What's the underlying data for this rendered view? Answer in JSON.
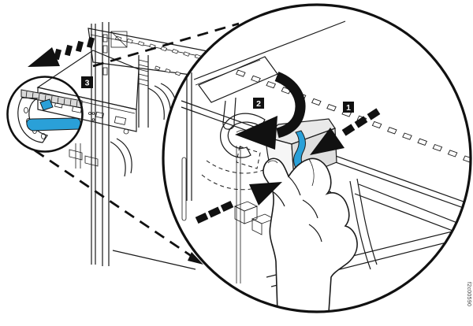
{
  "figure": {
    "caption_id": "f2c00590",
    "badges": {
      "step1": "1",
      "step2": "2",
      "step3": "3"
    }
  },
  "colors": {
    "latch_blue": "#2AA0D8",
    "arrow_black": "#111111",
    "badge_bg": "#111111",
    "badge_text": "#ffffff",
    "line": "#1a1a1a",
    "metal_gray": "#d9d9d9"
  }
}
